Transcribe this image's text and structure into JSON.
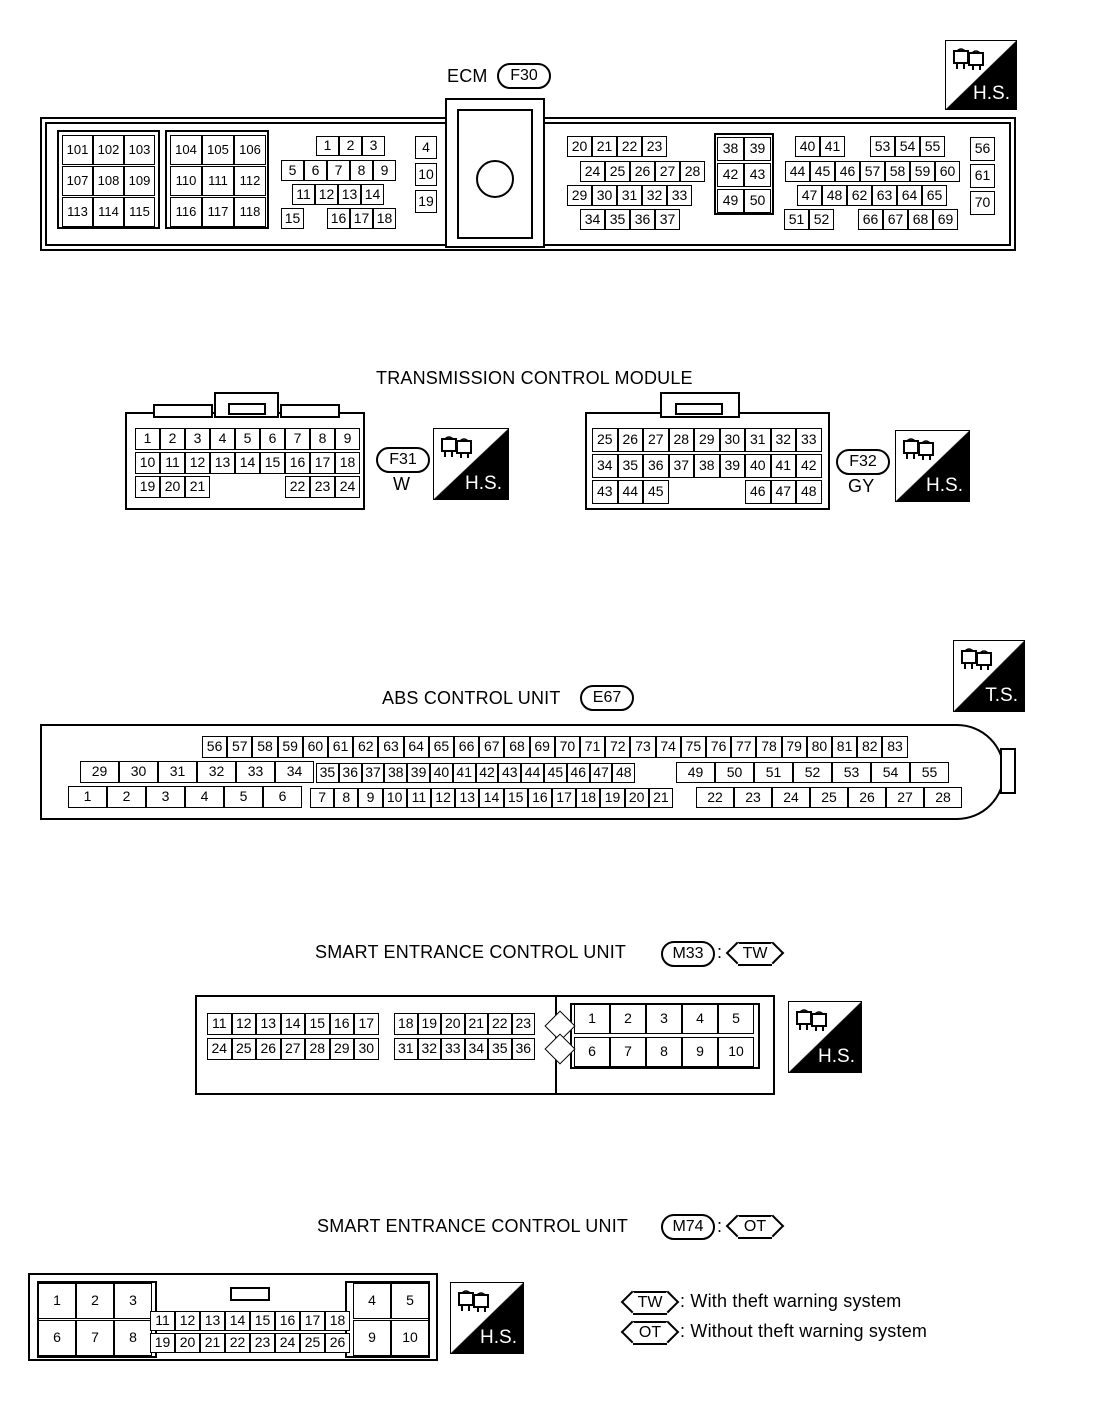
{
  "connectors": {
    "ecm": {
      "label": "ECM",
      "code": "F30"
    },
    "tcm": {
      "label": "TRANSMISSION CONTROL MODULE",
      "left": {
        "code": "F31",
        "color": "W"
      },
      "right": {
        "code": "F32",
        "color": "GY"
      }
    },
    "abs": {
      "label": "ABS CONTROL UNIT",
      "code": "E67"
    },
    "sec_tw": {
      "label": "SMART ENTRANCE  CONTROL UNIT",
      "code": "M33",
      "sep": ":",
      "tag": "TW"
    },
    "sec_ot": {
      "label": "SMART ENTRANCE  CONTROL UNIT",
      "code": "M74",
      "sep": ":",
      "tag": "OT"
    }
  },
  "badges": {
    "hs": "H.S.",
    "ts": "T.S."
  },
  "legend": [
    {
      "tag": "TW",
      "text": ": With theft warning system"
    },
    {
      "tag": "OT",
      "text": ": Without theft warning system"
    }
  ],
  "icons": {
    "connector": "connector-icon"
  }
}
